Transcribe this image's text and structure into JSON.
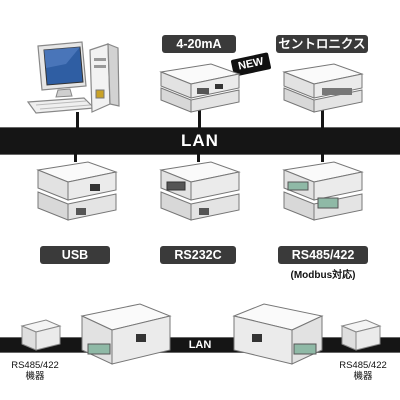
{
  "network": {
    "label_top": "LAN",
    "label_bottom": "LAN"
  },
  "products_top": [
    {
      "label": "4-20mA",
      "badge": "NEW"
    },
    {
      "label": "セントロニクス"
    }
  ],
  "products_bottom": [
    {
      "label": "USB"
    },
    {
      "label": "RS232C"
    },
    {
      "label": "RS485/422",
      "sublabel": "(Modbus対応)"
    }
  ],
  "devices": {
    "left_label_line1": "RS485/422",
    "left_label_line2": "機器",
    "right_label_line1": "RS485/422",
    "right_label_line2": "機器"
  },
  "icons": [
    "desktop-pc-icon",
    "converter-box-icon",
    "rs485-device-icon"
  ],
  "colors": {
    "bar": "#151515",
    "pill": "#3a3a3a",
    "device_body": "#ebebeb"
  }
}
